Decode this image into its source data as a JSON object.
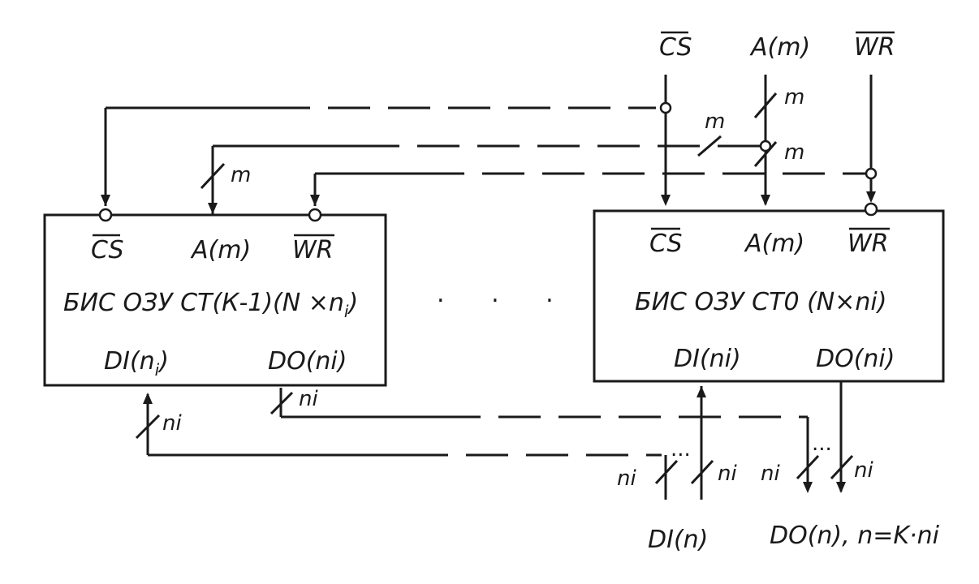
{
  "signals": {
    "cs": "CS",
    "address": "A(m)",
    "wr": "WR"
  },
  "bus_labels": {
    "m": "m",
    "ni": "ni"
  },
  "chips": {
    "left": {
      "cs": "CS",
      "address": "A(m)",
      "wr": "WR",
      "title": "БИС ОЗУ СТ(К-1)(N ×n",
      "title_sub": "i",
      "title_end": ")",
      "di": "DI(n",
      "di_sub": "i",
      "di_end": ")",
      "do": "DO(ni)"
    },
    "right": {
      "cs": "CS",
      "address": "A(m)",
      "wr": "WR",
      "title": "БИС ОЗУ СТ0 (N×ni)",
      "di": "DI(ni)",
      "do": "DO(ni)"
    }
  },
  "ellipsis": ". . .",
  "outputs": {
    "di": "DI(n)",
    "do": "DO(n), n=K·ni"
  }
}
